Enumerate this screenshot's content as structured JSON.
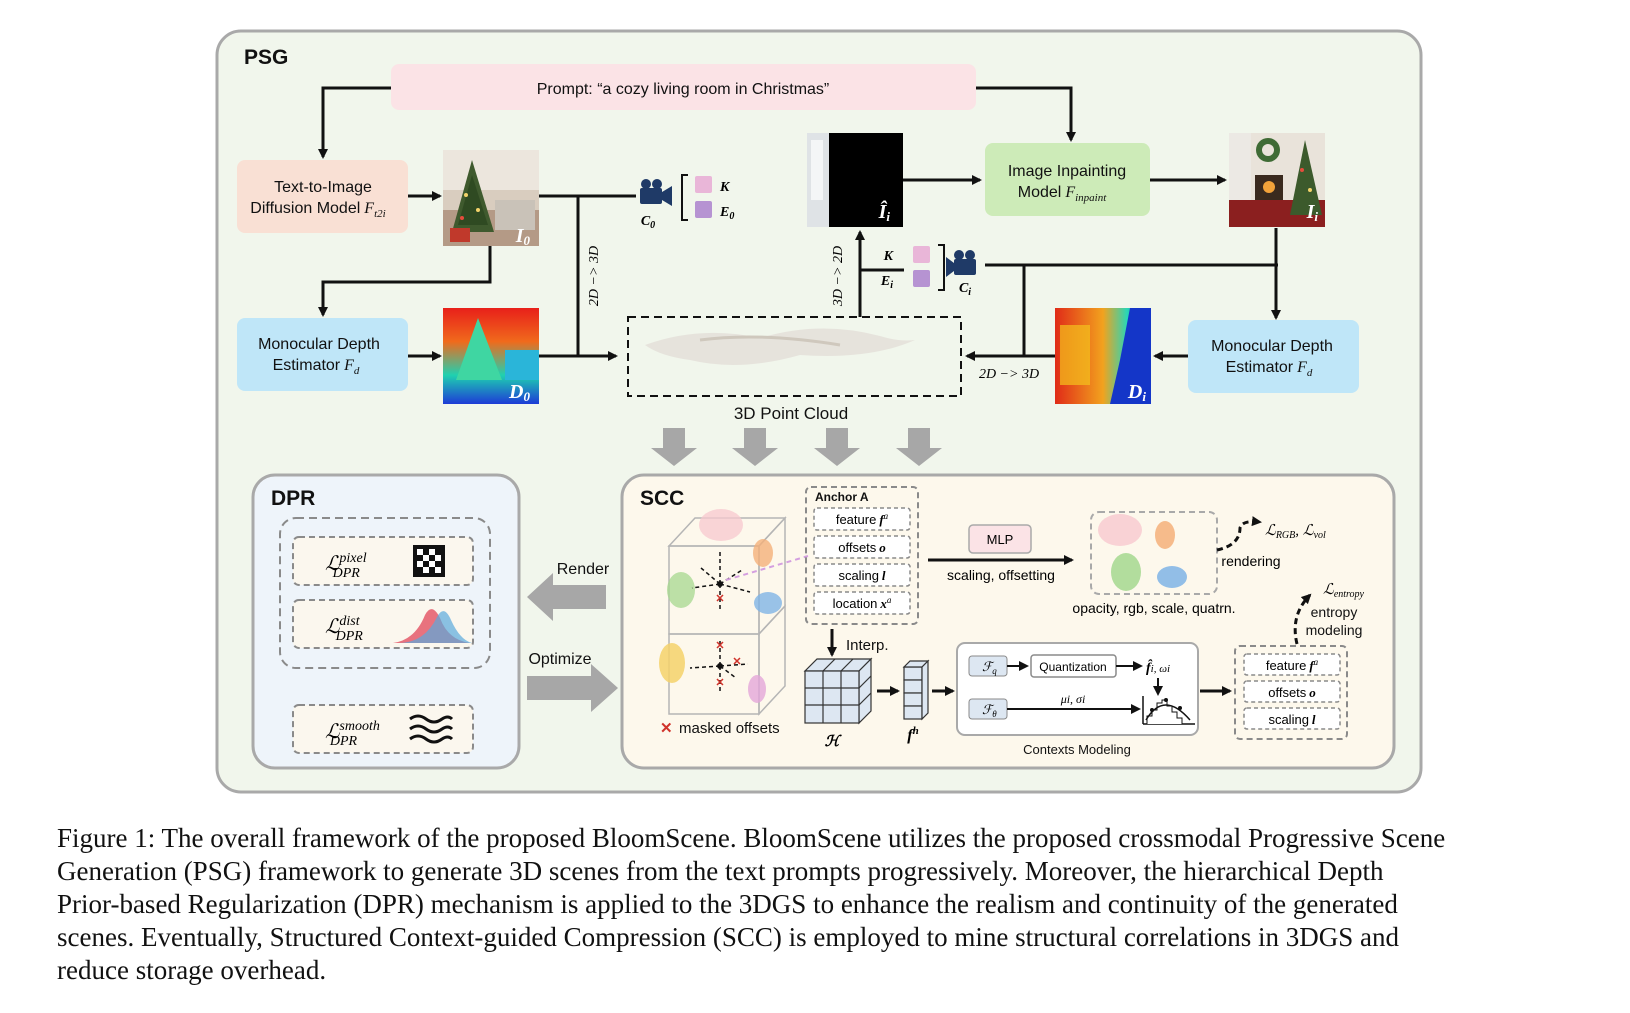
{
  "diagram": {
    "psg": {
      "title": "PSG",
      "prompt": "Prompt: “a cozy living room in Christmas”",
      "t2i_line1": "Text-to-Image",
      "t2i_line2": "Diffusion Model",
      "t2i_sym": "F",
      "t2i_sub": "t2i",
      "depth_left_line1": "Monocular Depth",
      "depth_left_line2": "Estimator",
      "depth_right_line1": "Monocular Depth",
      "depth_right_line2": "Estimator",
      "depth_sym": "F",
      "depth_sub": "d",
      "inpaint_line1": "Image Inpainting",
      "inpaint_line2": "Model",
      "inpaint_sym": "F",
      "inpaint_sub": "inpaint",
      "i0": "I",
      "i0_sub": "0",
      "d0": "D",
      "d0_sub": "0",
      "ihat": "Î",
      "ihat_sub": "i",
      "ii": "I",
      "ii_sub": "i",
      "di": "D",
      "di_sub": "i",
      "c0": "C",
      "c0_sub": "0",
      "ci": "C",
      "ci_sub": "i",
      "k_label": "K",
      "e0": "E",
      "e0_sub": "0",
      "k_label_i": "K",
      "ei": "E",
      "ei_sub": "i",
      "lift_left": "2D −> 3D",
      "project_up": "3D −> 2D",
      "lift_right": "2D −> 3D",
      "point_cloud": "3D Point Cloud"
    },
    "dpr": {
      "title": "DPR",
      "loss_pixel": "ℒ",
      "pixel_sup": "pixel",
      "pixel_sub": "DPR",
      "dist_sup": "dist",
      "dist_sub": "DPR",
      "smooth_sup": "smooth",
      "smooth_sub": "DPR",
      "render": "Render",
      "optimize": "Optimize"
    },
    "scc": {
      "title": "SCC",
      "anchor_title": "Anchor A",
      "feature": "feature",
      "feature_sym": "f",
      "feature_sup": "a",
      "offsets": "offsets",
      "offsets_sym": "o",
      "scaling": "scaling",
      "scaling_sym": "l",
      "location": "location",
      "location_sym": "x",
      "location_sup": "a",
      "interp": "Interp.",
      "masked": "masked offsets",
      "mlp": "MLP",
      "scaling_offsetting": "scaling, offsetting",
      "rendering": "rendering",
      "gauss_caption": "opacity, rgb, scale, quatrn.",
      "loss_rgb": "ℒ",
      "loss_rgb_sub": "RGB",
      "loss_vol_sub": "vol",
      "loss_entropy_sub": "entropy",
      "entropy_l1": "entropy",
      "entropy_l2": "modeling",
      "fq": "ℱ",
      "fq_sub": "q",
      "ftheta_sub": "θ",
      "quantization": "Quantization",
      "fhat": "f̂",
      "fhat_rest": "i, ωi",
      "mu_sigma": "μi, σi",
      "contexts": "Contexts Modeling",
      "h_sym": "ℋ",
      "fh": "f",
      "fh_sup": "h",
      "out_feature": "feature",
      "out_offsets": "offsets",
      "out_scaling": "scaling"
    },
    "colors": {
      "psg_bg": "#f1f6ec",
      "dpr_bg": "#eef4fa",
      "scc_bg": "#fdf8ec",
      "prompt_bg": "#fbe3e6",
      "t2i_bg": "#f9e0d4",
      "depth_bg": "#bfe6f8",
      "inpaint_bg": "#cdebb8",
      "k_color": "#e9b6d8",
      "e_color": "#b693d2",
      "arrow_gray": "#a7a7a7"
    }
  },
  "caption": {
    "line1": "Figure 1: The overall framework of the proposed BloomScene. BloomScene utilizes the proposed crossmodal Progressive Scene",
    "line2": "Generation (PSG) framework to generate 3D scenes from the text prompts progressively. Moreover, the hierarchical Depth",
    "line3": "Prior-based Regularization (DPR) mechanism is applied to the 3DGS to enhance the realism and continuity of the generated",
    "line4": "scenes. Eventually, Structured Context-guided Compression (SCC) is employed to mine structural correlations in 3DGS and",
    "line5": "reduce storage overhead."
  }
}
